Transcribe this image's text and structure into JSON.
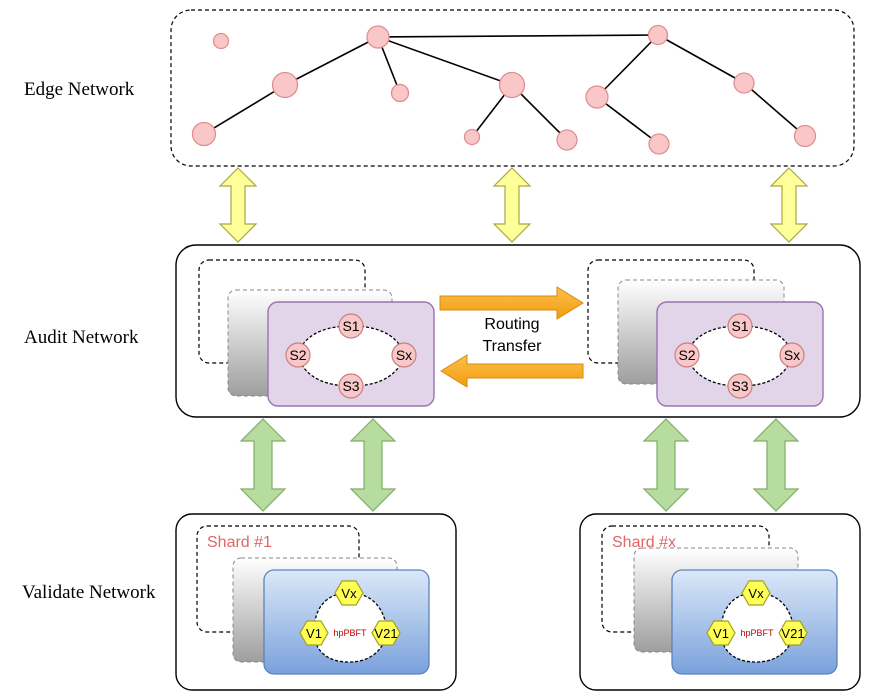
{
  "layers": {
    "edge": "Edge Network",
    "audit": "Audit Network",
    "validate": "Validate Network"
  },
  "audit_nodes": [
    "S1",
    "S2",
    "Sx",
    "S3"
  ],
  "routing": {
    "line1": "Routing",
    "line2": "Transfer"
  },
  "shards": [
    "Shard #1",
    "Shard #x"
  ],
  "validators": {
    "vx": "Vx",
    "v1": "V1",
    "v21": "V21",
    "protocol": "hpPBFT"
  },
  "colors": {
    "edge_node": "#f9c7c8",
    "audit_panel": "#e2d5ea",
    "audit_border": "#9b72b0",
    "validate_top": "#d8e6f8",
    "validate_bottom": "#7ea3dc",
    "hex": "#ffff55",
    "shard_label": "#e06666",
    "protocol": "#c00000",
    "yellow_arrow": "#ffff99",
    "green_arrow": "#b6dca0",
    "orange_arrow": "#f6a414"
  }
}
